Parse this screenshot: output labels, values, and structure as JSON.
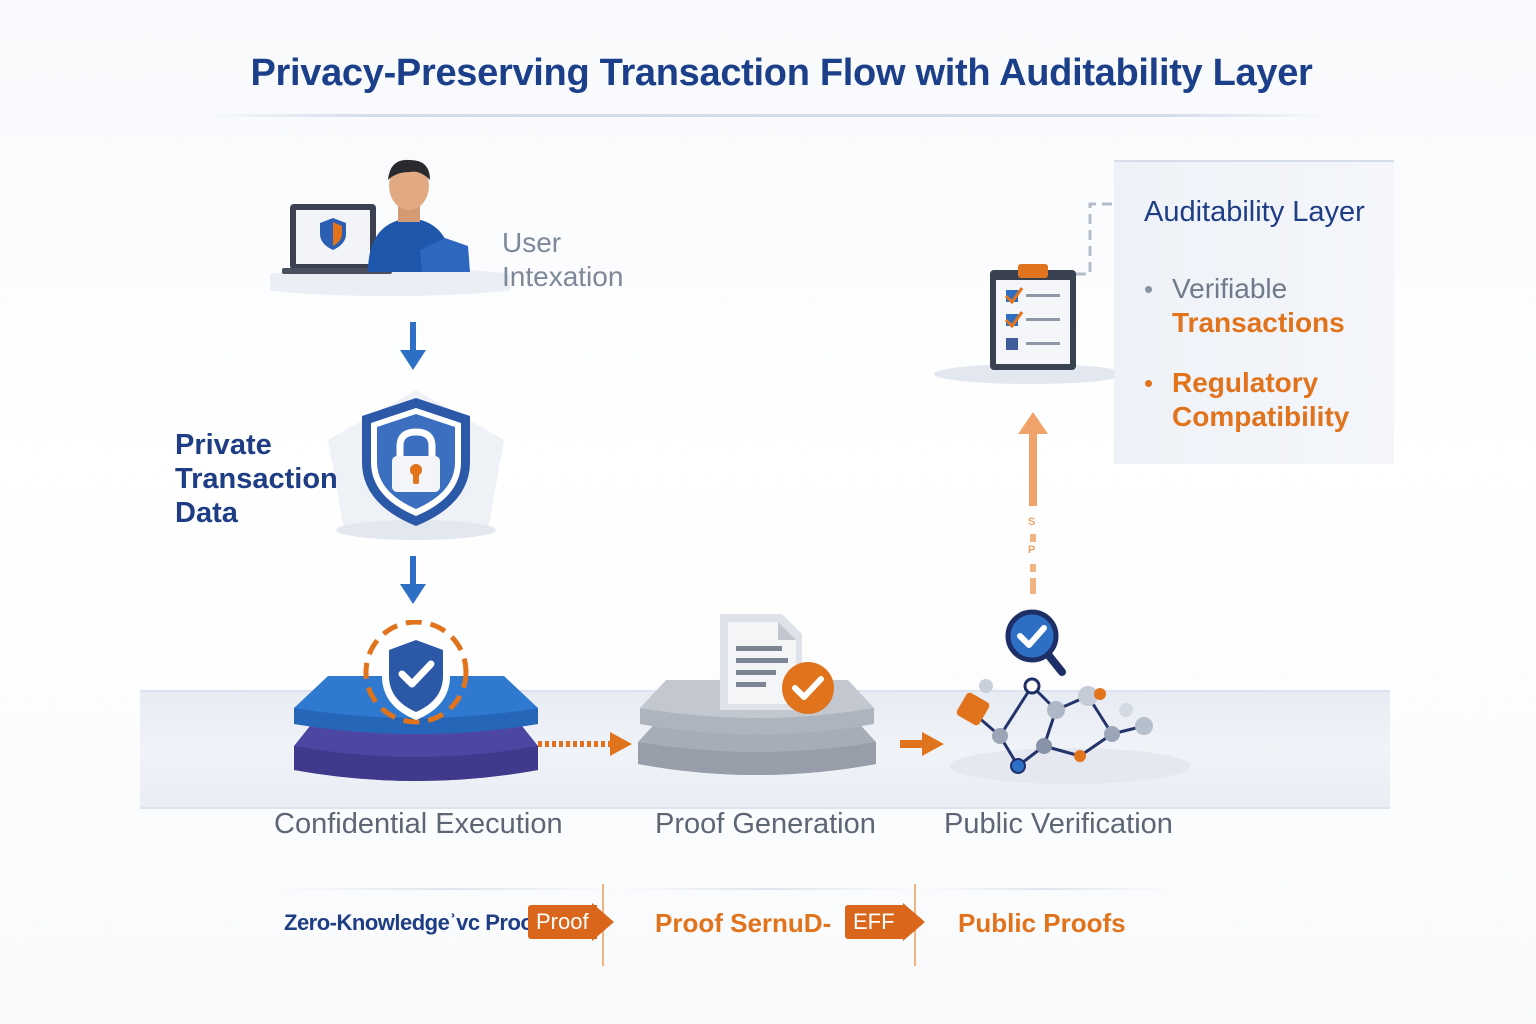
{
  "title": "Privacy-Preserving Transaction Flow with Auditability Layer",
  "user": {
    "line1": "User",
    "line2": "Intexation"
  },
  "private_data": {
    "line1": "Private",
    "line2": "Transaction",
    "line3": "Data"
  },
  "steps": {
    "confidential": "Confidential Execution",
    "proof_generation": "Proof Generation",
    "public_verification": "Public Verification"
  },
  "audit": {
    "title": "Auditability Layer",
    "bullets": [
      {
        "line1": "Verifiable",
        "line2": "Transactions"
      },
      {
        "line1": "Regulatory",
        "line2": "Compatibility"
      }
    ]
  },
  "bottom": {
    "zk": "Zero-Knowledgeʾvc Proof",
    "tag1": "Proof",
    "proof_setup": "Proof SernuD-",
    "tag2": "EFF",
    "public_proofs": "Public Proofs"
  },
  "dashed_marks": [
    "S",
    "P"
  ],
  "colors": {
    "navy": "#1c3f8a",
    "orange": "#e0731c",
    "blue": "#2d6fc4",
    "purple": "#4b46a0",
    "gray": "#5c6675"
  },
  "icons": [
    "laptop-shield-icon",
    "user-avatar-icon",
    "shield-lock-icon",
    "shield-check-icon",
    "document-check-icon",
    "magnifier-check-icon",
    "network-graph-icon",
    "clipboard-checklist-icon"
  ]
}
